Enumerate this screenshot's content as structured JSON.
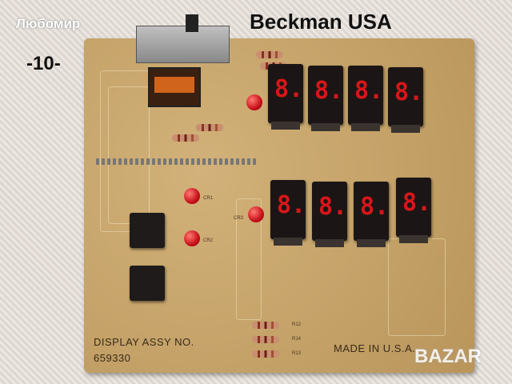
{
  "overlay": {
    "author": "Любомир",
    "number": "-10-",
    "title": "Beckman USA",
    "watermark": "BAZAR"
  },
  "board": {
    "label_line1": "DISPLAY ASSY NO.",
    "label_line2": "659330",
    "made_in": "MADE IN U.S.A.",
    "resistors": [
      "R12",
      "R14",
      "R13"
    ],
    "led_labels": [
      "CR1",
      "CR2",
      "CR3"
    ],
    "top_digits": [
      "8.",
      "8.",
      "8.",
      "8."
    ],
    "bottom_digits": [
      "8.",
      "8.",
      "8.",
      "8."
    ]
  },
  "colors": {
    "pcb": "#c8a66c",
    "led": "#d8161a"
  }
}
